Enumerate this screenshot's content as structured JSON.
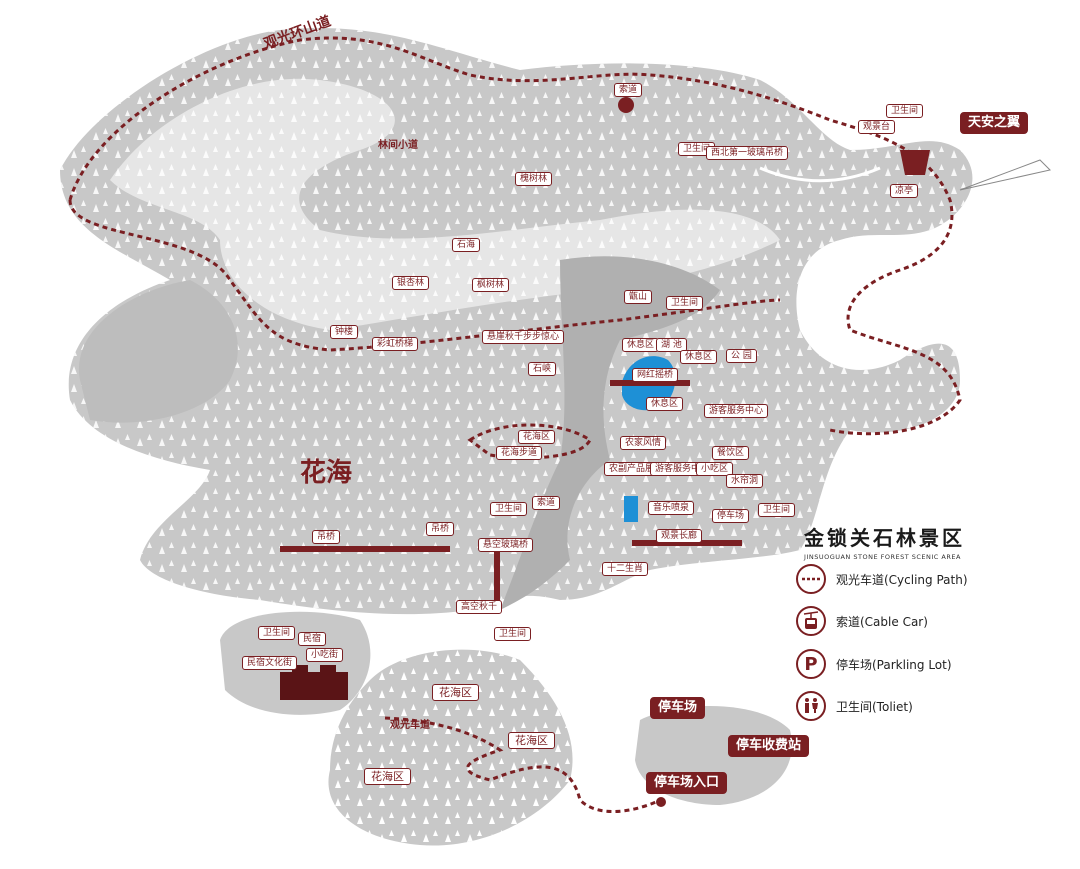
{
  "title": {
    "zh": "金锁关石林景区",
    "en": "JINSUOGUAN STONE FOREST SCENIC AREA"
  },
  "colors": {
    "land": "#c8c8c8",
    "path": "#7a1f22",
    "lake": "#1e90d6",
    "bg": "#ffffff",
    "tree": "#ffffff"
  },
  "legend": [
    {
      "icon": "dotted-path-icon",
      "label": "观光车道(Cycling Path)"
    },
    {
      "icon": "cable-car-icon",
      "label": "索道(Cable Car)"
    },
    {
      "icon": "parking-icon",
      "label": "停车场(Parkling Lot)"
    },
    {
      "icon": "toilet-icon",
      "label": "卫生间(Toliet)"
    }
  ],
  "road_labels": {
    "ring_road": "观光环山道",
    "forest_trail": "林间小道",
    "sightseeing_road": "观光车道"
  },
  "areas": {
    "flower_sea": "花海"
  },
  "places": {
    "cableway_top": "索道",
    "tianan": "天安之翼",
    "toilet_ne": "卫生间",
    "viewing_deck": "观景台",
    "toilet_bridge": "卫生间",
    "glass_bridge": "西北第一玻璃吊桥",
    "huaishu": "槐树林",
    "liangting": "凉亭",
    "shihai": "石海",
    "yinxing": "银杏林",
    "fengshu": "枫树林",
    "zhenshan": "甑山",
    "toilet_zhenshan": "卫生间",
    "tower": "钟楼",
    "rainbow_bridge": "彩虹桥梯",
    "swing_bridge": "悬崖秋千步步惊心",
    "rest_area_1": "休息区",
    "lake_label": "湖 池",
    "rest_area_2": "休息区",
    "park": "公 园",
    "shixia": "石峡",
    "net_bridge": "网红摇桥",
    "rest_area_3": "休息区",
    "food_center": "游客服务中心",
    "flower_area_top": "花海区",
    "flower_trail": "花海步道",
    "farm_style": "农家风情",
    "farm_products": "农副产品展示",
    "visitor_center": "游客服务中心",
    "dining": "餐饮区",
    "snack": "小吃区",
    "water_curtain": "水帘洞",
    "cable_mid": "索道",
    "toilet_mid": "卫生间",
    "music_fountain": "音乐喷泉",
    "parking_mid": "停车场",
    "toilet_right": "卫生间",
    "corridor": "观景长廊",
    "twelve": "十二生肖",
    "suspension_1": "吊桥",
    "suspension_2": "吊桥",
    "glass_bridge_2": "悬空玻璃桥",
    "high_swing": "高空秋千",
    "toilet_bottom": "卫生间",
    "toilet_minsu": "卫生间",
    "minsu": "民宿",
    "minsu_street": "民宿文化街",
    "snack_street": "小吃街",
    "flower_area_1": "花海区",
    "flower_area_2": "花海区",
    "flower_area_3": "花海区",
    "parking_lot": "停车场",
    "toll_station": "停车收费站",
    "parking_entrance": "停车场入口"
  }
}
